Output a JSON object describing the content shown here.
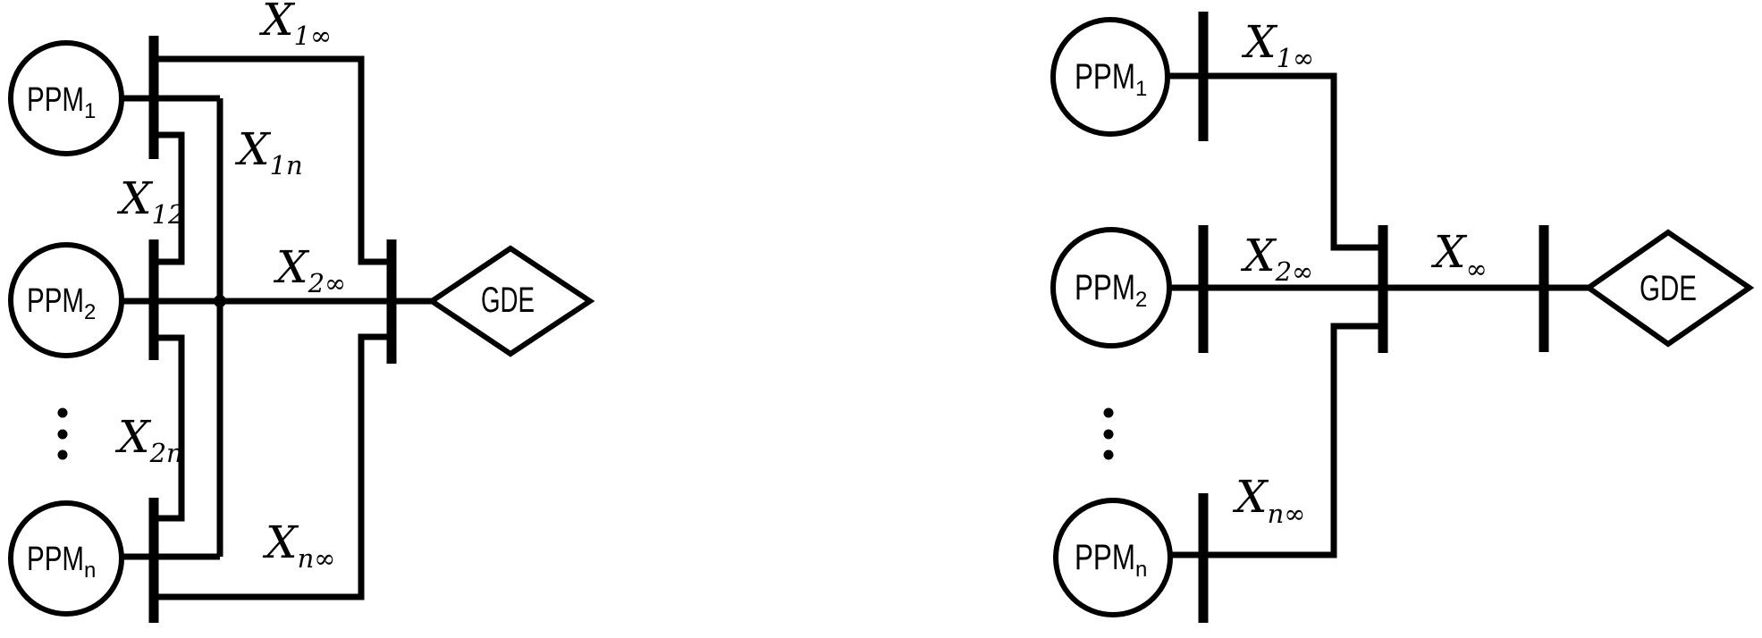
{
  "colors": {
    "ink": "#000000",
    "background": "#ffffff"
  },
  "left": {
    "machines": [
      {
        "name": "PPM",
        "sub": "1"
      },
      {
        "name": "PPM",
        "sub": "2"
      },
      {
        "name": "PPM",
        "sub": "n"
      }
    ],
    "grid": "GDE",
    "reactances": {
      "x1inf": {
        "base": "X",
        "sub": "1∞"
      },
      "x1n": {
        "base": "X",
        "sub": "1n"
      },
      "x12": {
        "base": "X",
        "sub": "12"
      },
      "x2inf": {
        "base": "X",
        "sub": "2∞"
      },
      "x2n": {
        "base": "X",
        "sub": "2n"
      },
      "xninf": {
        "base": "X",
        "sub": "n∞"
      }
    }
  },
  "right": {
    "machines": [
      {
        "name": "PPM",
        "sub": "1"
      },
      {
        "name": "PPM",
        "sub": "2"
      },
      {
        "name": "PPM",
        "sub": "n"
      }
    ],
    "grid": "GDE",
    "reactances": {
      "x1inf": {
        "base": "X",
        "sub": "1∞"
      },
      "x2inf": {
        "base": "X",
        "sub": "2∞"
      },
      "xinf": {
        "base": "X",
        "sub": "∞"
      },
      "xninf": {
        "base": "X",
        "sub": "n∞"
      }
    }
  }
}
